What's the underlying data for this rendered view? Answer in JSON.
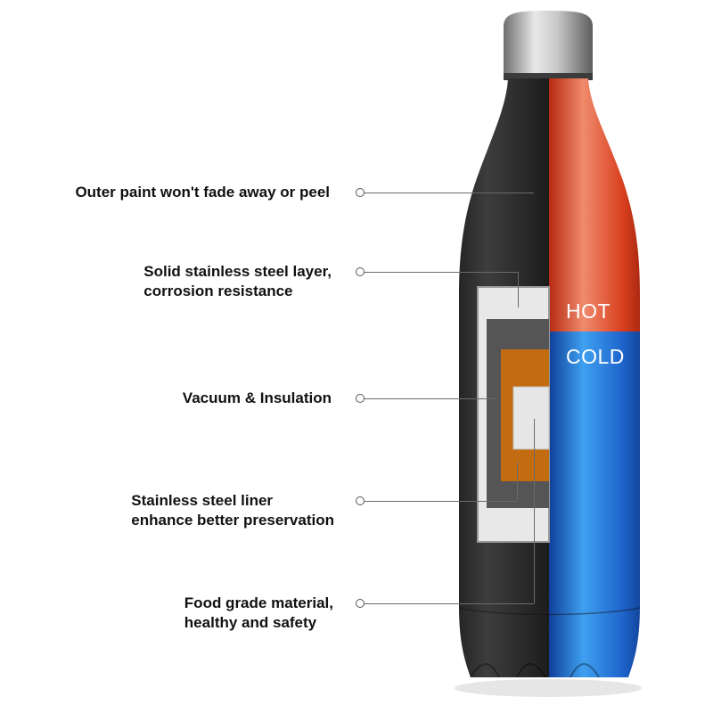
{
  "features": [
    {
      "lines": [
        "Outer paint won't fade away or peel"
      ]
    },
    {
      "lines": [
        "Solid stainless steel layer,",
        "corrosion resistance"
      ]
    },
    {
      "lines": [
        "Vacuum & Insulation"
      ]
    },
    {
      "lines": [
        "Stainless steel liner",
        "enhance better preservation"
      ]
    },
    {
      "lines": [
        "Food grade material,",
        "healthy and safety"
      ]
    }
  ],
  "zones": {
    "hot": "HOT",
    "cold": "COLD"
  },
  "colors": {
    "hot": "#e0442a",
    "cold": "#1e6fd0",
    "body": "#2a2a2a",
    "cap": "#b8b8b8",
    "insulation": "#c36b10"
  }
}
